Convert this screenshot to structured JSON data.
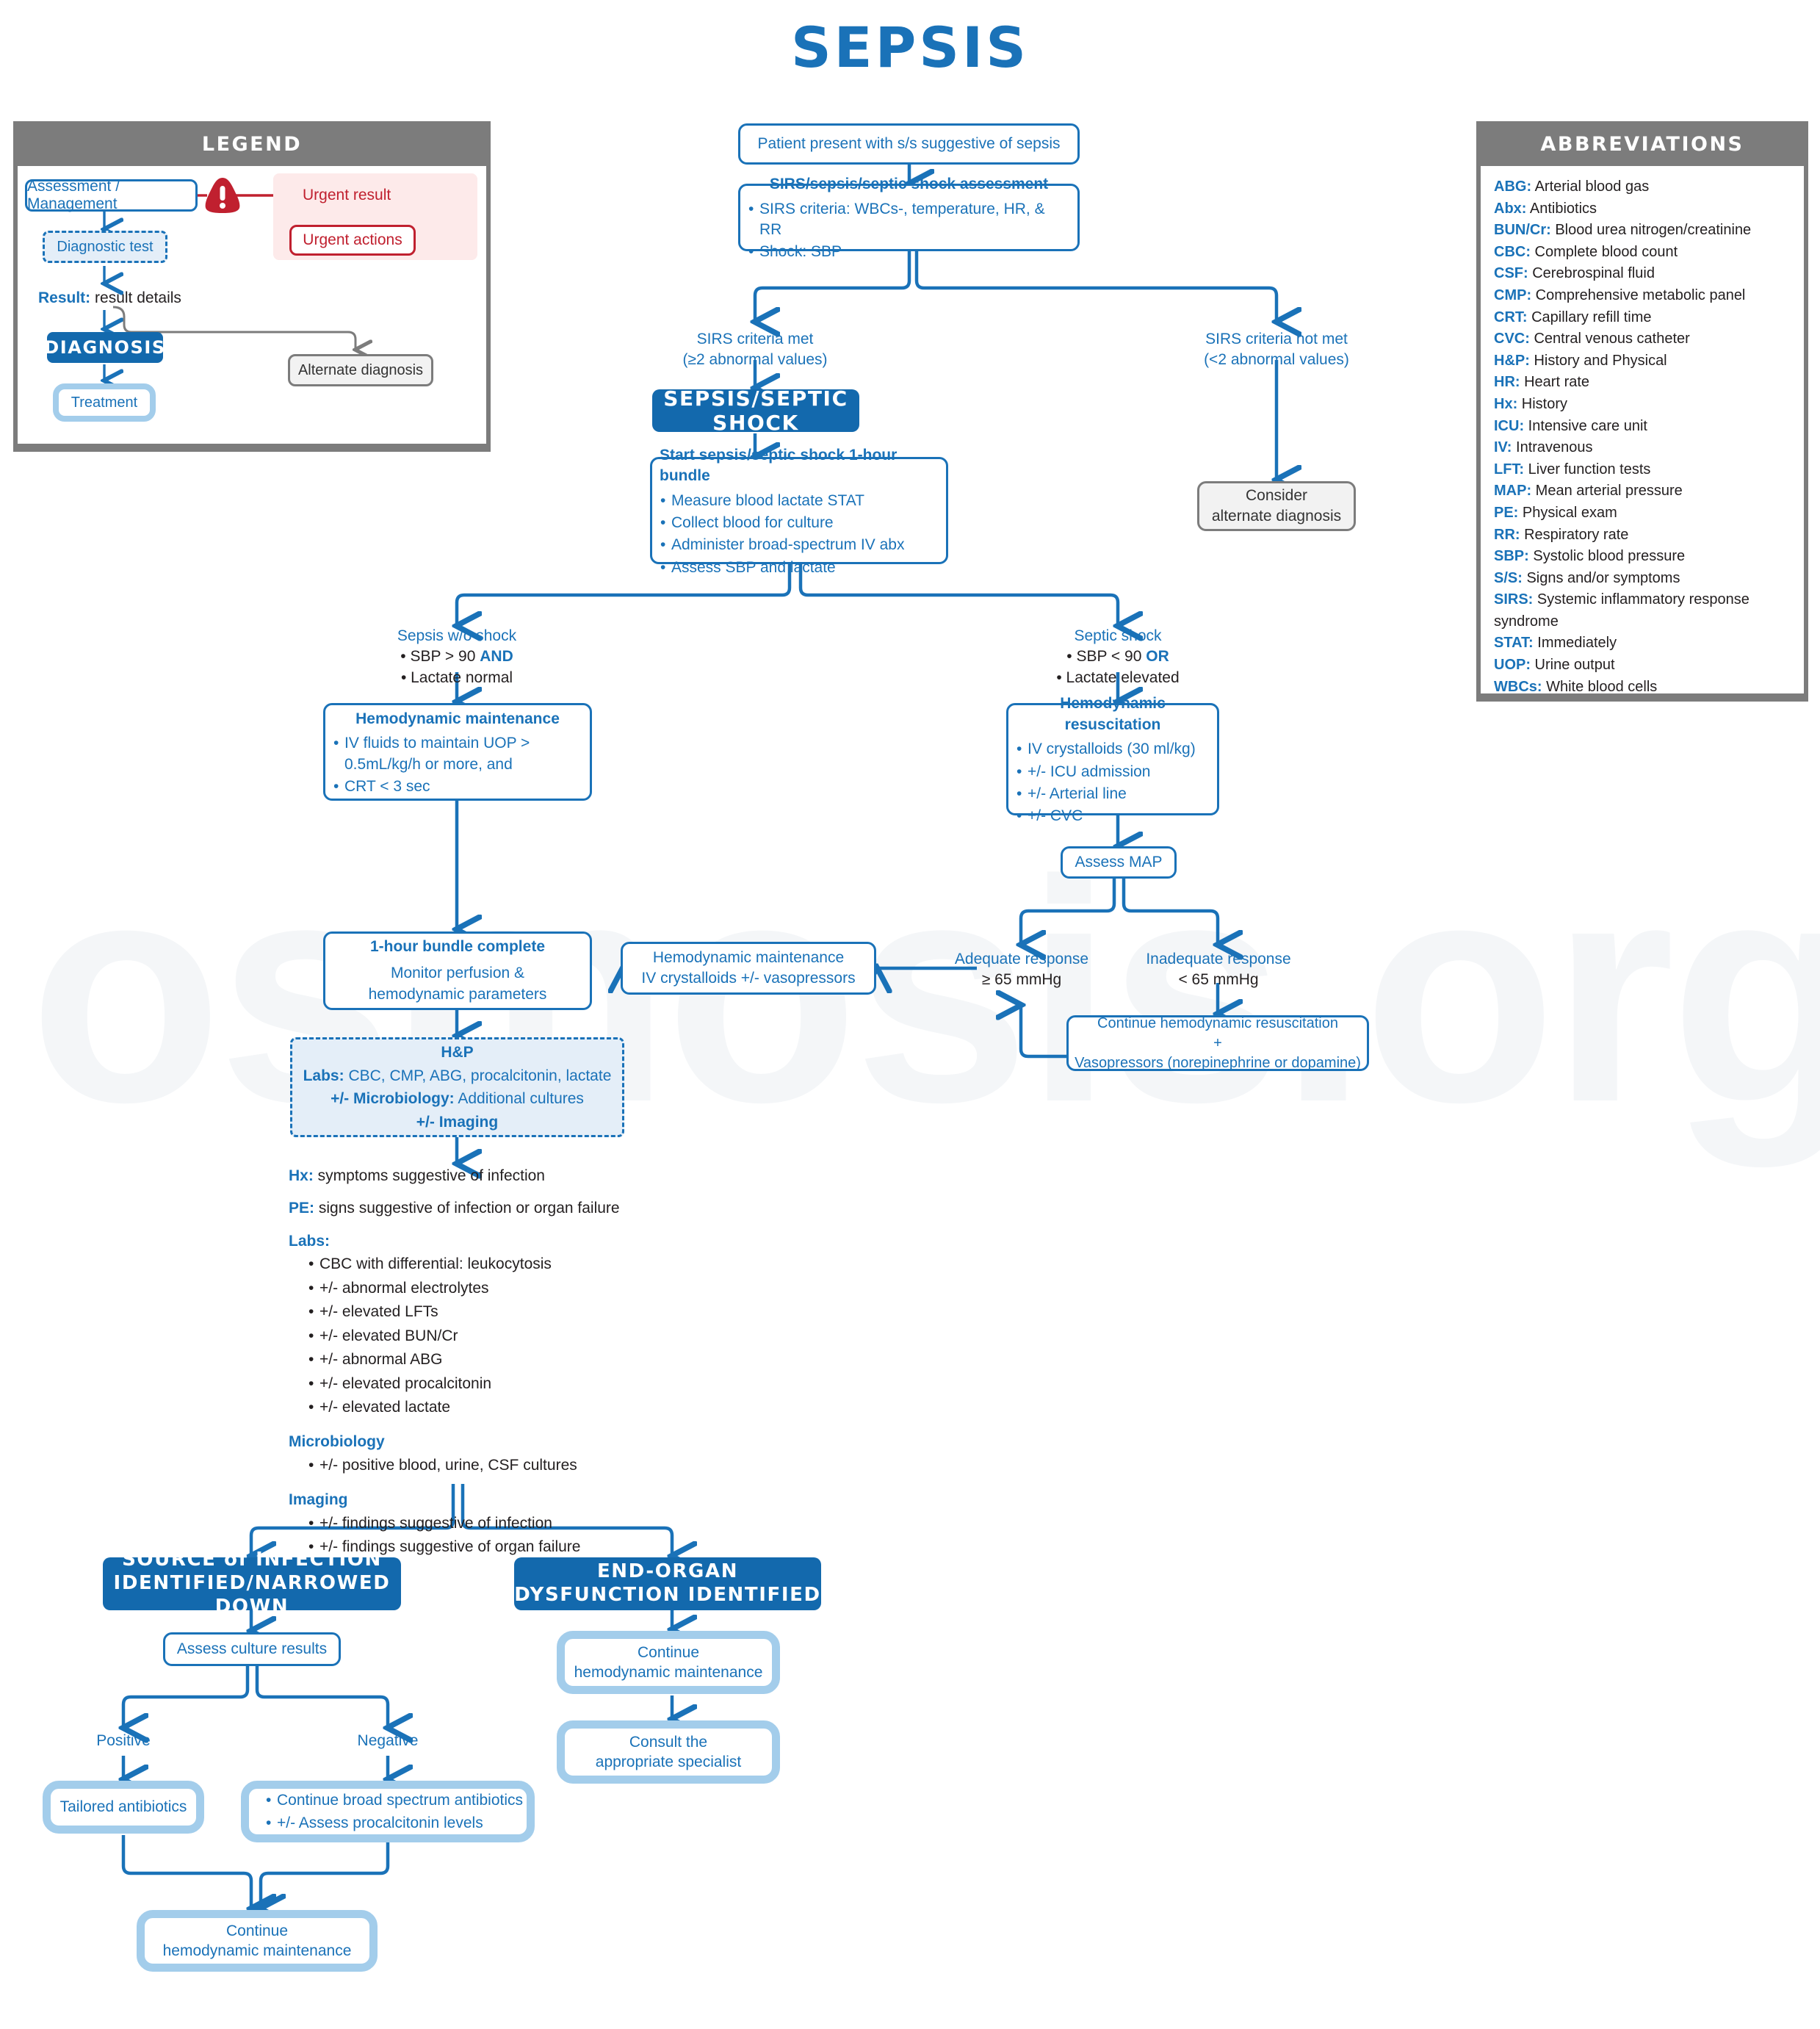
{
  "title": "SEPSIS",
  "watermark": "osmosis.org",
  "colors": {
    "primary_blue": "#1a72b8",
    "banner_blue": "#1369ad",
    "treatment_blue": "#a3cdeb",
    "panel_grey": "#7c7c7c",
    "urgent_red": "#c0202f",
    "diagnostic_fill": "#e4eef8"
  },
  "legend": {
    "title": "LEGEND",
    "assessment": "Assessment / Management",
    "diagnostic_test": "Diagnostic test",
    "result_label": "Result:",
    "result_detail": " result details",
    "diagnosis": "DIAGNOSIS",
    "treatment": "Treatment",
    "alternate": "Alternate diagnosis",
    "urgent_result": "Urgent result",
    "urgent_actions": "Urgent actions",
    "warning_icon": "warning-triangle-icon"
  },
  "abbreviations": {
    "title": "ABBREVIATIONS",
    "items": [
      {
        "key": "ABG:",
        "val": " Arterial blood gas"
      },
      {
        "key": "Abx:",
        "val": " Antibiotics"
      },
      {
        "key": "BUN/Cr:",
        "val": " Blood urea nitrogen/creatinine"
      },
      {
        "key": "CBC:",
        "val": " Complete blood count"
      },
      {
        "key": "CSF:",
        "val": " Cerebrospinal fluid"
      },
      {
        "key": "CMP:",
        "val": " Comprehensive metabolic panel"
      },
      {
        "key": "CRT:",
        "val": " Capillary refill time"
      },
      {
        "key": "CVC:",
        "val": " Central venous catheter"
      },
      {
        "key": "H&P:",
        "val": " History and Physical"
      },
      {
        "key": "HR:",
        "val": " Heart rate"
      },
      {
        "key": "Hx:",
        "val": " History"
      },
      {
        "key": "ICU:",
        "val": " Intensive care unit"
      },
      {
        "key": "IV:",
        "val": " Intravenous"
      },
      {
        "key": "LFT:",
        "val": " Liver function tests"
      },
      {
        "key": "MAP:",
        "val": " Mean arterial pressure"
      },
      {
        "key": "PE:",
        "val": " Physical exam"
      },
      {
        "key": "RR:",
        "val": " Respiratory rate"
      },
      {
        "key": "SBP:",
        "val": " Systolic blood pressure"
      },
      {
        "key": "S/S:",
        "val": " Signs and/or symptoms"
      },
      {
        "key": "SIRS:",
        "val": " Systemic inflammatory response syndrome"
      },
      {
        "key": "STAT:",
        "val": " Immediately"
      },
      {
        "key": "UOP:",
        "val": " Urine output"
      },
      {
        "key": "WBCs:",
        "val": " White blood cells"
      }
    ]
  },
  "flow": {
    "patient_present": "Patient present with s/s suggestive of sepsis",
    "assessment_header": "SIRS/sepsis/septic shock assessment",
    "assessment_items": [
      "SIRS criteria: WBCs-, temperature, HR, & RR",
      "Shock: SBP"
    ],
    "sirs_met_line1": "SIRS criteria met",
    "sirs_met_line2": "(≥2 abnormal values)",
    "sirs_not_met_line1": "SIRS criteria not met",
    "sirs_not_met_line2": "(<2 abnormal values)",
    "sepsis_banner": "SEPSIS/SEPTIC SHOCK",
    "consider_alt_line1": "Consider",
    "consider_alt_line2": "alternate diagnosis",
    "bundle_header": "Start sepsis/septic shock 1-hour bundle",
    "bundle_items": [
      "Measure blood lactate STAT",
      "Collect blood for culture",
      "Administer broad-spectrum IV abx",
      "Assess SBP and lactate"
    ],
    "sepsis_wo_shock_title": "Sepsis w/o shock",
    "sepsis_wo_shock_item1_pre": "SBP > 90 ",
    "sepsis_wo_shock_item1_bold": "AND",
    "sepsis_wo_shock_item2": "Lactate normal",
    "septic_shock_title": "Septic shock",
    "septic_shock_item1_pre": "SBP < 90 ",
    "septic_shock_item1_bold": "OR",
    "septic_shock_item2": "Lactate elevated",
    "hemo_maint_header": "Hemodynamic maintenance",
    "hemo_maint_items": [
      "IV fluids to maintain UOP > 0.5mL/kg/h  or more, and",
      "CRT < 3 sec"
    ],
    "hemo_resus_header": "Hemodynamic resuscitation",
    "hemo_resus_items": [
      "IV crystalloids (30 ml/kg)",
      "+/- ICU admission",
      "+/- Arterial line",
      "+/- CVC"
    ],
    "assess_map": "Assess MAP",
    "adequate_line1": "Adequate response",
    "adequate_line2": "≥ 65 mmHg",
    "inadequate_line1": "Inadequate response",
    "inadequate_line2": "< 65 mmHg",
    "continue_resus_line1": "Continue hemodynamic resuscitation",
    "continue_resus_line2": "+",
    "continue_resus_line3": "Vasopressors (norepinephrine or dopamine)",
    "hemo_maint2_header": "Hemodynamic maintenance",
    "hemo_maint2_body": "IV crystalloids +/- vasopressors",
    "bundle_complete_line1": "1-hour bundle complete",
    "bundle_complete_line2": "Monitor perfusion &",
    "bundle_complete_line3": "hemodynamic parameters"
  },
  "hp_box": {
    "title": "H&P",
    "labs_label": "Labs:",
    "labs_value": " CBC, CMP, ABG, procalcitonin, lactate",
    "micro_label": "+/- Microbiology:",
    "micro_value": " Additional cultures",
    "imaging": "+/- Imaging"
  },
  "findings": {
    "hx_label": "Hx:",
    "hx_value": " symptoms suggestive of infection",
    "pe_label": "PE:",
    "pe_value": " signs suggestive of infection or organ failure",
    "labs_section": "Labs:",
    "labs_items": [
      "CBC with differential: leukocytosis",
      "+/- abnormal electrolytes",
      "+/- elevated LFTs",
      "+/- elevated BUN/Cr",
      "+/- abnormal ABG",
      "+/- elevated procalcitonin",
      "+/- elevated lactate"
    ],
    "micro_section": "Microbiology",
    "micro_items": [
      "+/- positive blood, urine, CSF cultures"
    ],
    "imaging_section": "Imaging",
    "imaging_items": [
      "+/- findings suggestive of infection",
      "+/- findings suggestive of organ failure"
    ]
  },
  "outcomes": {
    "source_banner_line1": "SOURCE of INFECTION",
    "source_banner_line2": "IDENTIFIED/NARROWED DOWN",
    "endorgan_banner_line1": "END-ORGAN",
    "endorgan_banner_line2": "DYSFUNCTION IDENTIFIED",
    "assess_culture": "Assess culture results",
    "positive": "Positive",
    "negative": "Negative",
    "tailored_abx": "Tailored antibiotics",
    "negative_items": [
      "Continue broad spectrum antibiotics",
      "+/- Assess procalcitonin levels"
    ],
    "continue_maint_line1": "Continue",
    "continue_maint_line2": "hemodynamic maintenance",
    "endorgan_continue_line1": "Continue",
    "endorgan_continue_line2": "hemodynamic maintenance",
    "endorgan_consult_line1": "Consult the",
    "endorgan_consult_line2": "appropriate specialist"
  }
}
